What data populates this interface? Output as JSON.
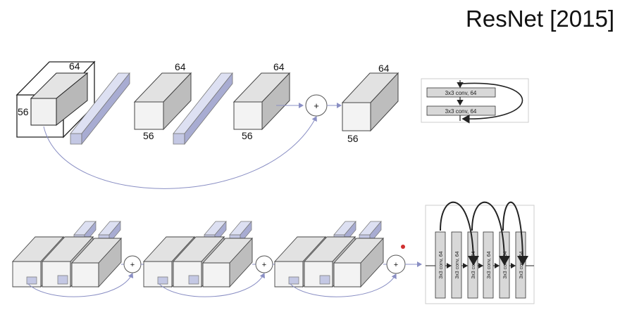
{
  "title": "ResNet [2015]",
  "top_row": {
    "dims": {
      "in_depth": "64",
      "in_side": "56",
      "b1_top": "64",
      "b1_bottom": "56",
      "b2_top": "64",
      "b2_bottom": "56",
      "b3_top": "64",
      "b3_bottom": "56"
    },
    "add_symbol": "+"
  },
  "inset_block": {
    "conv1": "3x3 conv, 64",
    "conv2": "3x3 conv, 64"
  },
  "bottom_row": {
    "add_symbol": "+"
  },
  "stack": {
    "layers": [
      "3x3 conv, 64",
      "3x3 conv, 64",
      "3x3 conv, 64",
      "3x3 conv, 64",
      "3x3 conv, 64",
      "3x3 conv, 64"
    ]
  },
  "colors": {
    "face_front": "#f3f3f3",
    "face_side": "#bdbdbd",
    "face_top": "#dcdcdc",
    "slab_front": "#c4c8e4",
    "slab_side": "#a8acd2",
    "slab_top": "#dde0f2",
    "arrow": "#8a8fc4",
    "marker": "#d03030"
  }
}
